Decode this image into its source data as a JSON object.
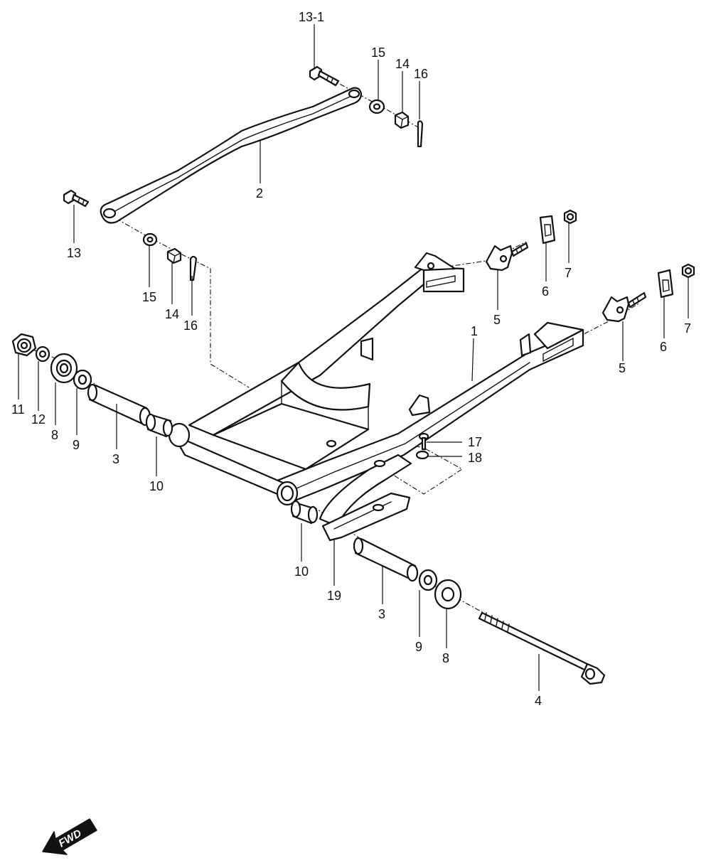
{
  "diagram": {
    "callouts": [
      {
        "id": "c-13-1",
        "label": "13-1"
      },
      {
        "id": "c-15-top",
        "label": "15"
      },
      {
        "id": "c-14-top",
        "label": "14"
      },
      {
        "id": "c-16-top",
        "label": "16"
      },
      {
        "id": "c-2",
        "label": "2"
      },
      {
        "id": "c-13",
        "label": "13"
      },
      {
        "id": "c-15-mid",
        "label": "15"
      },
      {
        "id": "c-14-mid",
        "label": "14"
      },
      {
        "id": "c-16-mid",
        "label": "16"
      },
      {
        "id": "c-5-upper",
        "label": "5"
      },
      {
        "id": "c-6-upper",
        "label": "6"
      },
      {
        "id": "c-7-upper",
        "label": "7"
      },
      {
        "id": "c-1",
        "label": "1"
      },
      {
        "id": "c-5-lower",
        "label": "5"
      },
      {
        "id": "c-6-lower",
        "label": "6"
      },
      {
        "id": "c-7-lower",
        "label": "7"
      },
      {
        "id": "c-11",
        "label": "11"
      },
      {
        "id": "c-12",
        "label": "12"
      },
      {
        "id": "c-8-left",
        "label": "8"
      },
      {
        "id": "c-9-left",
        "label": "9"
      },
      {
        "id": "c-3-left",
        "label": "3"
      },
      {
        "id": "c-10-left",
        "label": "10"
      },
      {
        "id": "c-17",
        "label": "17"
      },
      {
        "id": "c-18",
        "label": "18"
      },
      {
        "id": "c-10-right",
        "label": "10"
      },
      {
        "id": "c-19",
        "label": "19"
      },
      {
        "id": "c-3-right",
        "label": "3"
      },
      {
        "id": "c-9-right",
        "label": "9"
      },
      {
        "id": "c-8-right",
        "label": "8"
      },
      {
        "id": "c-4",
        "label": "4"
      }
    ],
    "direction_indicator": {
      "label": "FWD",
      "icon": "arrow-left-down-icon"
    }
  }
}
